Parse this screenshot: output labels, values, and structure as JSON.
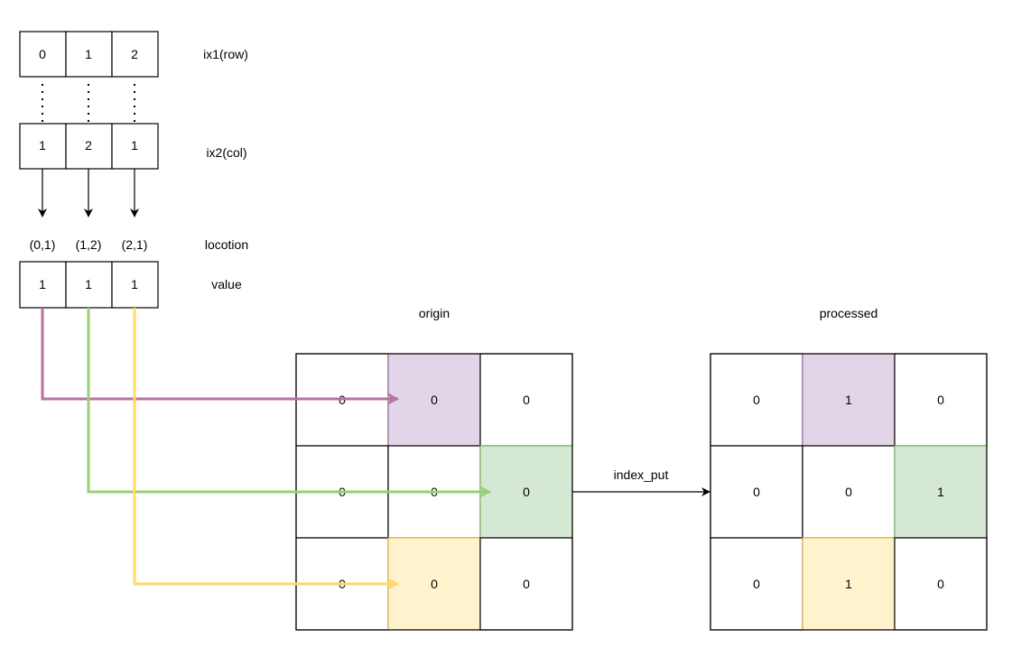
{
  "ix1": {
    "label": "ix1(row)",
    "values": [
      "0",
      "1",
      "2"
    ]
  },
  "ix2": {
    "label": "ix2(col)",
    "values": [
      "1",
      "2",
      "1"
    ]
  },
  "location": {
    "label": "locotion",
    "items": [
      "(0,1)",
      "(1,2)",
      "(2,1)"
    ]
  },
  "value": {
    "label": "value",
    "values": [
      "1",
      "1",
      "1"
    ]
  },
  "origin": {
    "title": "origin",
    "grid": [
      [
        "0",
        "0",
        "0"
      ],
      [
        "0",
        "0",
        "0"
      ],
      [
        "0",
        "0",
        "0"
      ]
    ]
  },
  "processed": {
    "title": "processed",
    "grid": [
      [
        "0",
        "1",
        "0"
      ],
      [
        "0",
        "0",
        "1"
      ],
      [
        "0",
        "1",
        "0"
      ]
    ]
  },
  "operation": {
    "label": "index_put"
  },
  "colors": {
    "purple_line": "#b5739d",
    "purple_fill": "#e1d5e7",
    "purple_stroke": "#9673a6",
    "green_line": "#97d077",
    "green_fill": "#d5e8d4",
    "green_stroke": "#82b366",
    "yellow_line": "#ffd966",
    "yellow_fill": "#fff2cc",
    "yellow_stroke": "#d6b656"
  }
}
